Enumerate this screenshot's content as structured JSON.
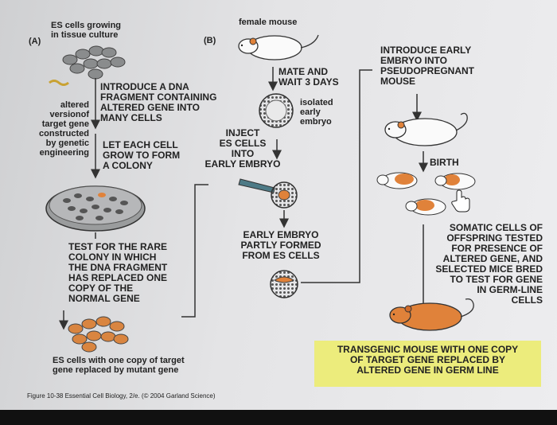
{
  "labels": {
    "panel_a": "(A)",
    "panel_b": "(B)",
    "es_cells_growing": "ES cells growing\nin tissue culture",
    "female_mouse": "female mouse",
    "introduce_dna": "INTRODUCE A DNA\nFRAGMENT CONTAINING\nALTERED GENE INTO\nMANY CELLS",
    "altered_version": "altered\nversionof\ntarget gene\nconstructed\nby genetic\nengineering",
    "mate_and_wait": "MATE AND\nWAIT 3 DAYS",
    "isolated_embryo": "isolated\nearly\nembryo",
    "introduce_early_embryo": "INTRODUCE EARLY\nEMBRYO INTO\nPSEUDOPREGNANT\nMOUSE",
    "let_each_cell": "LET EACH CELL\nGROW TO FORM\nA COLONY",
    "inject_es_cells": "INJECT\nES CELLS\nINTO\nEARLY EMBRYO",
    "birth": "BIRTH",
    "test_rare_colony": "TEST FOR THE RARE\nCOLONY IN WHICH\nTHE DNA FRAGMENT\nHAS REPLACED ONE\nCOPY OF THE\nNORMAL GENE",
    "early_embryo_partly": "EARLY EMBRYO\nPARTLY FORMED\nFROM ES CELLS",
    "somatic_cells": "SOMATIC CELLS OF\nOFFSPRING TESTED\nFOR PRESENCE OF\nALTERED GENE, AND\nSELECTED MICE BRED\nTO TEST FOR GENE\nIN GERM-LINE\nCELLS",
    "es_cells_one_copy": "ES cells with one copy of target\ngene replaced by mutant gene",
    "transgenic_mouse": "TRANSGENIC MOUSE WITH ONE COPY\nOF TARGET GENE REPLACED BY\nALTERED GENE IN GERM LINE",
    "figure_caption": "Figure 10-38  Essential Cell Biology, 2/e. (© 2004 Garland Science)"
  },
  "colors": {
    "orange": "#e0823a",
    "cell_gray": "#7d7f80",
    "highlight": "#ecec7c",
    "line": "#333333"
  }
}
